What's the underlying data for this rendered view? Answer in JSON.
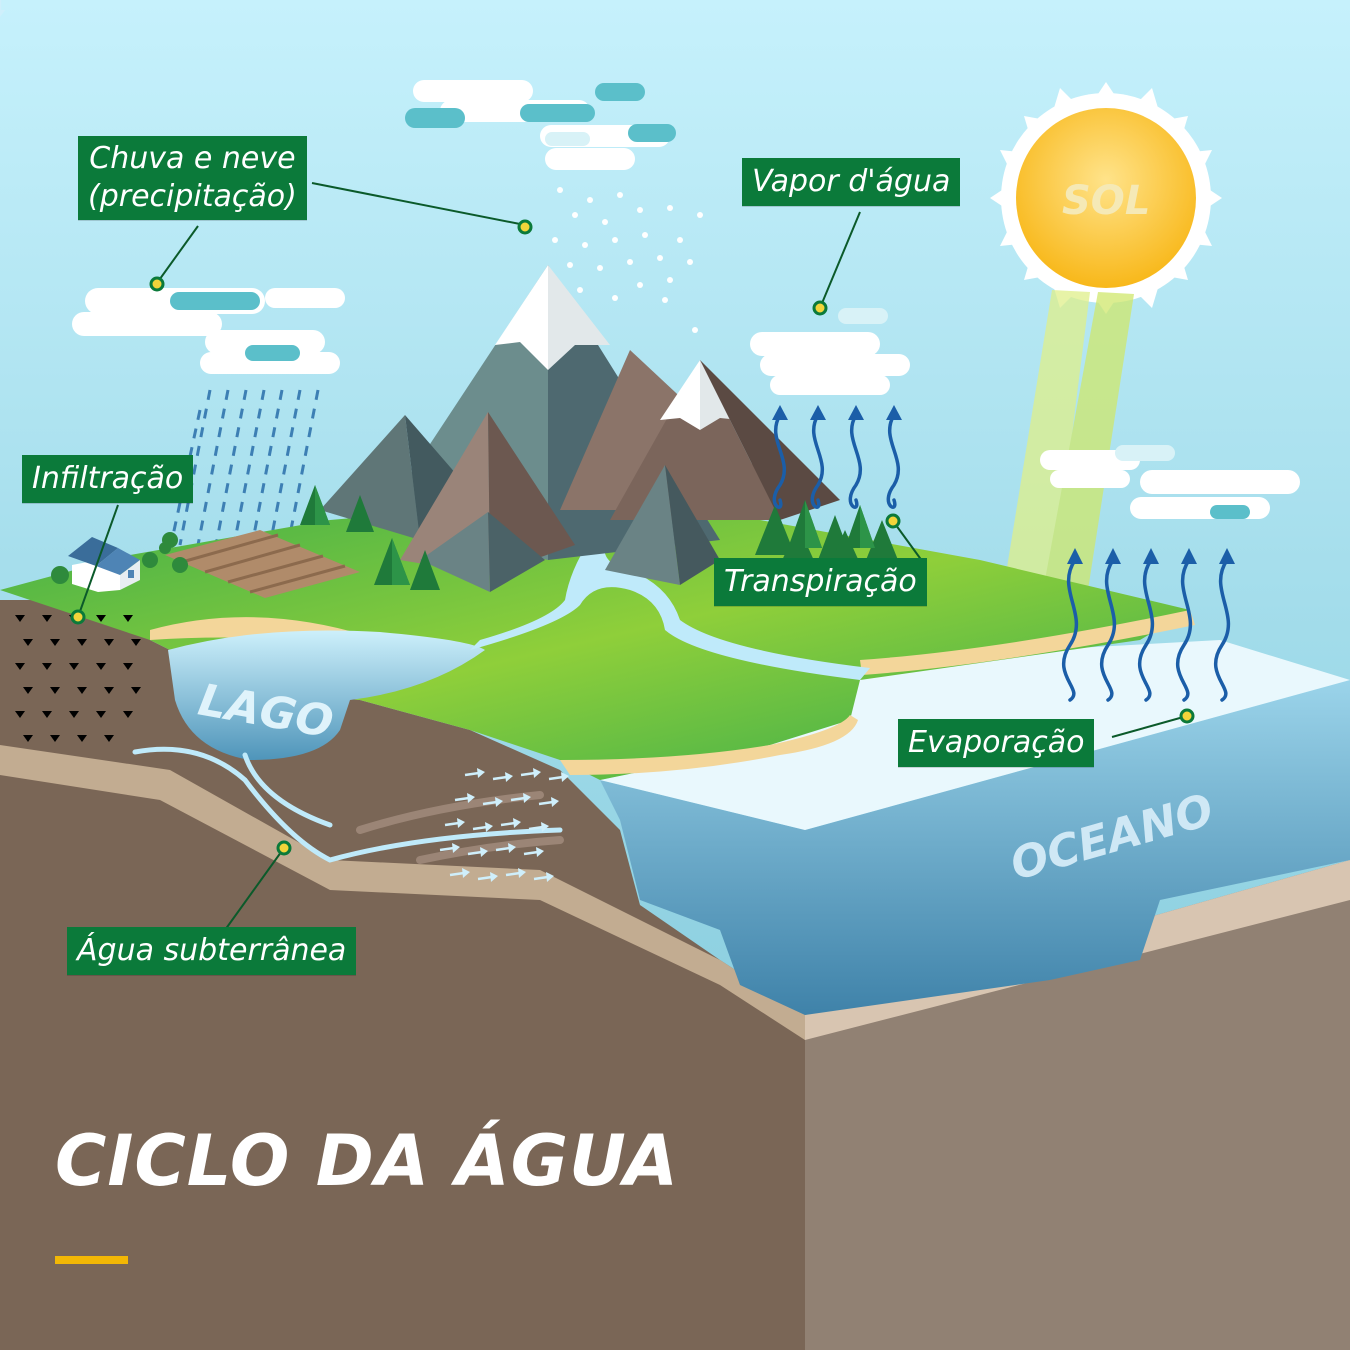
{
  "labels": {
    "precipitation_line1": "Chuva e neve",
    "precipitation_line2": "(precipitação)",
    "water_vapor": "Vapor d'água",
    "infiltration": "Infiltração",
    "transpiration": "Transpiração",
    "evaporation": "Evaporação",
    "groundwater": "Água subterrânea"
  },
  "scene": {
    "sun": "SOL",
    "lake": "LAGO",
    "ocean": "OCEANO"
  },
  "title": "CICLO DA ÁGUA",
  "colors": {
    "label_bg": "#0b7a3a",
    "label_text": "#ffffff",
    "accent": "#f2b705",
    "sky": "#bfeffb",
    "grass": "#4cb848",
    "soil": "#7a6656",
    "water": "#7fcbe6",
    "sun": "#fcc935"
  },
  "icons": [
    "sun-icon",
    "cloud-icon",
    "rain-icon",
    "snow-icon",
    "mountain-icon",
    "tree-icon",
    "house-icon",
    "vapor-arrow-icon"
  ]
}
